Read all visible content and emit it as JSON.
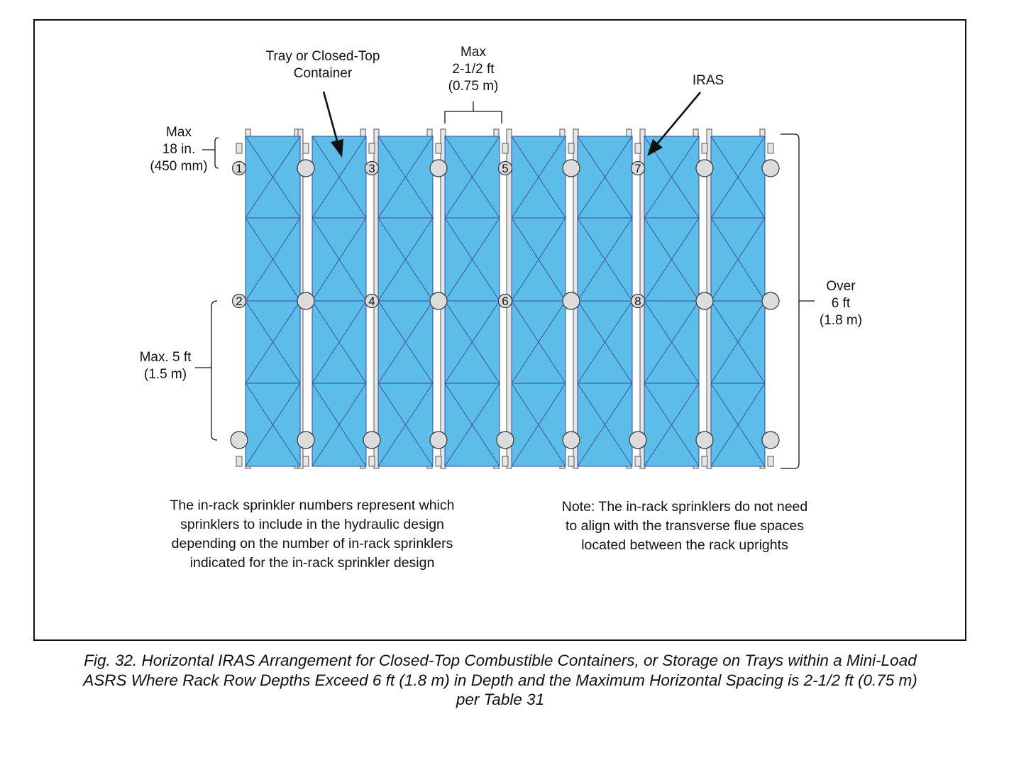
{
  "labels": {
    "tray_container": [
      "Tray or Closed-Top",
      "Container"
    ],
    "max_horizontal": [
      "Max",
      "2-1/2 ft",
      "(0.75 m)"
    ],
    "iras": "IRAS",
    "max_18in": [
      "Max",
      "18 in.",
      "(450 mm)"
    ],
    "max_5ft": [
      "Max. 5 ft",
      "(1.5 m)"
    ],
    "over_6ft": [
      "Over",
      "6 ft",
      "(1.8 m)"
    ]
  },
  "sprinkler_numbers": {
    "top_row": [
      "1",
      "",
      "3",
      "",
      "5",
      "",
      "7",
      "",
      ""
    ],
    "middle_row": [
      "2",
      "",
      "4",
      "",
      "6",
      "",
      "8",
      "",
      ""
    ],
    "bottom_row": [
      "",
      "",
      "",
      "",
      "",
      "",
      "",
      "",
      ""
    ]
  },
  "notes": {
    "left": [
      "The in-rack sprinkler numbers represent which",
      "sprinklers to include in the hydraulic design",
      "depending on the number of in-rack sprinklers",
      "indicated for the in-rack sprinkler design"
    ],
    "right": [
      "Note: The in-rack sprinklers do not need",
      "to align with the transverse flue spaces",
      "located between the rack uprights"
    ]
  },
  "caption": [
    "Fig. 32. Horizontal IRAS Arrangement for Closed-Top Combustible Containers, or Storage on Trays within a Mini-Load",
    "ASRS Where Rack Row Depths Exceed 6 ft (1.8 m) in Depth and the Maximum Horizontal Spacing is 2-1/2 ft (0.75 m)",
    "per Table 31"
  ],
  "colors": {
    "container_fill": "#5bbde8",
    "container_lines": "#3a4aa0",
    "sprinkler_fill": "#dcdcdc",
    "upright_fill": "#e6e6e6",
    "ink": "#111111"
  }
}
